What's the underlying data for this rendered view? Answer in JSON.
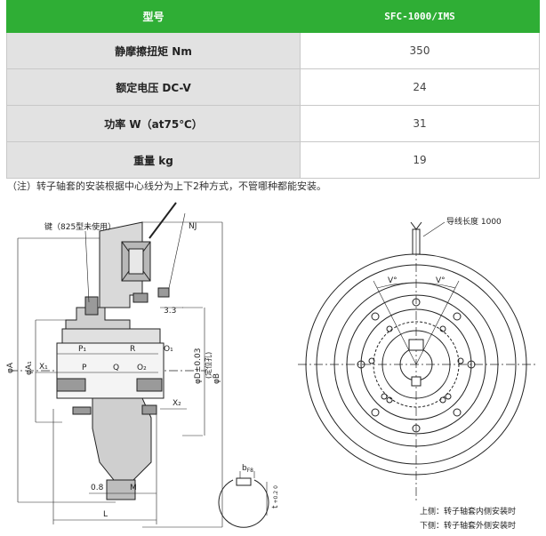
{
  "table": {
    "header": {
      "label": "型号",
      "model": "SFC-1000/IMS"
    },
    "rows": [
      {
        "label": "静摩擦扭矩 Nm",
        "value": "350"
      },
      {
        "label": "额定电压 DC-V",
        "value": "24"
      },
      {
        "label": "功率 W（at75℃）",
        "value": "31"
      },
      {
        "label": "重量 kg",
        "value": "19"
      }
    ]
  },
  "note": "（注）转子轴套的安装根据中心线分为上下2种方式，不管哪种都能安装。",
  "drawing": {
    "key_note": "键（825型未使用）",
    "dims": {
      "nj": "NJ",
      "d33": "3.3",
      "p1": "P₁",
      "r": "R",
      "o1": "O₁",
      "x1": "X₁",
      "p": "P",
      "q": "Q",
      "o2": "O₂",
      "x2": "X₂",
      "phiA": "φA",
      "phiA1": "φA₁",
      "phiD": "φD±0.03",
      "pos_hole": "(定位孔)",
      "phiB": "φB",
      "d08": "0.8",
      "m": "M",
      "l": "L",
      "bf8": "b",
      "bf8_sub": "F8",
      "t": "t",
      "t_tol": "+0.2",
      "t_tol2": "0",
      "v1": "V°",
      "v2": "V°"
    },
    "lead_wire": "导线长度 1000",
    "legend_upper": "上侧：转子轴套内侧安装时",
    "legend_lower": "下侧：转子轴套外侧安装时"
  }
}
